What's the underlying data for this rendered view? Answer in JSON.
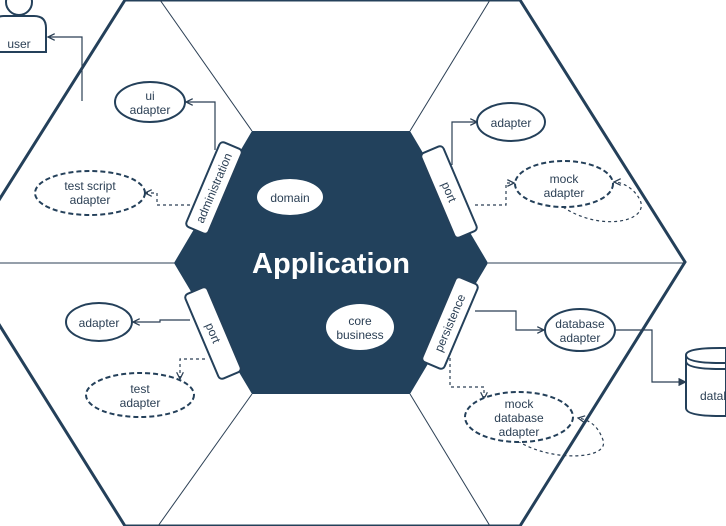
{
  "colors": {
    "ink": "#24405a",
    "hex_fill": "#22415c",
    "line": "#2b3f54",
    "background": "#ffffff"
  },
  "application": {
    "title": "Application",
    "domain": "domain",
    "core_line1": "core",
    "core_line2": "business"
  },
  "ports": {
    "administration": "administration",
    "top_right": "port",
    "bottom_left": "port",
    "persistence": "persistence"
  },
  "nodes": {
    "user": "user",
    "ui_line1": "ui",
    "ui_line2": "adapter",
    "test_script_line1": "test script",
    "test_script_line2": "adapter",
    "adapter_top_right": "adapter",
    "mock_line1": "mock",
    "mock_line2": "adapter",
    "adapter_left": "adapter",
    "test_line1": "test",
    "test_line2": "adapter",
    "database_adapter_line1": "database",
    "database_adapter_line2": "adapter",
    "mock_db_line1": "mock",
    "mock_db_line2": "database",
    "mock_db_line3": "adapter",
    "database": "database"
  },
  "icons": {
    "user": "user-icon",
    "database": "database-cylinder-icon"
  }
}
